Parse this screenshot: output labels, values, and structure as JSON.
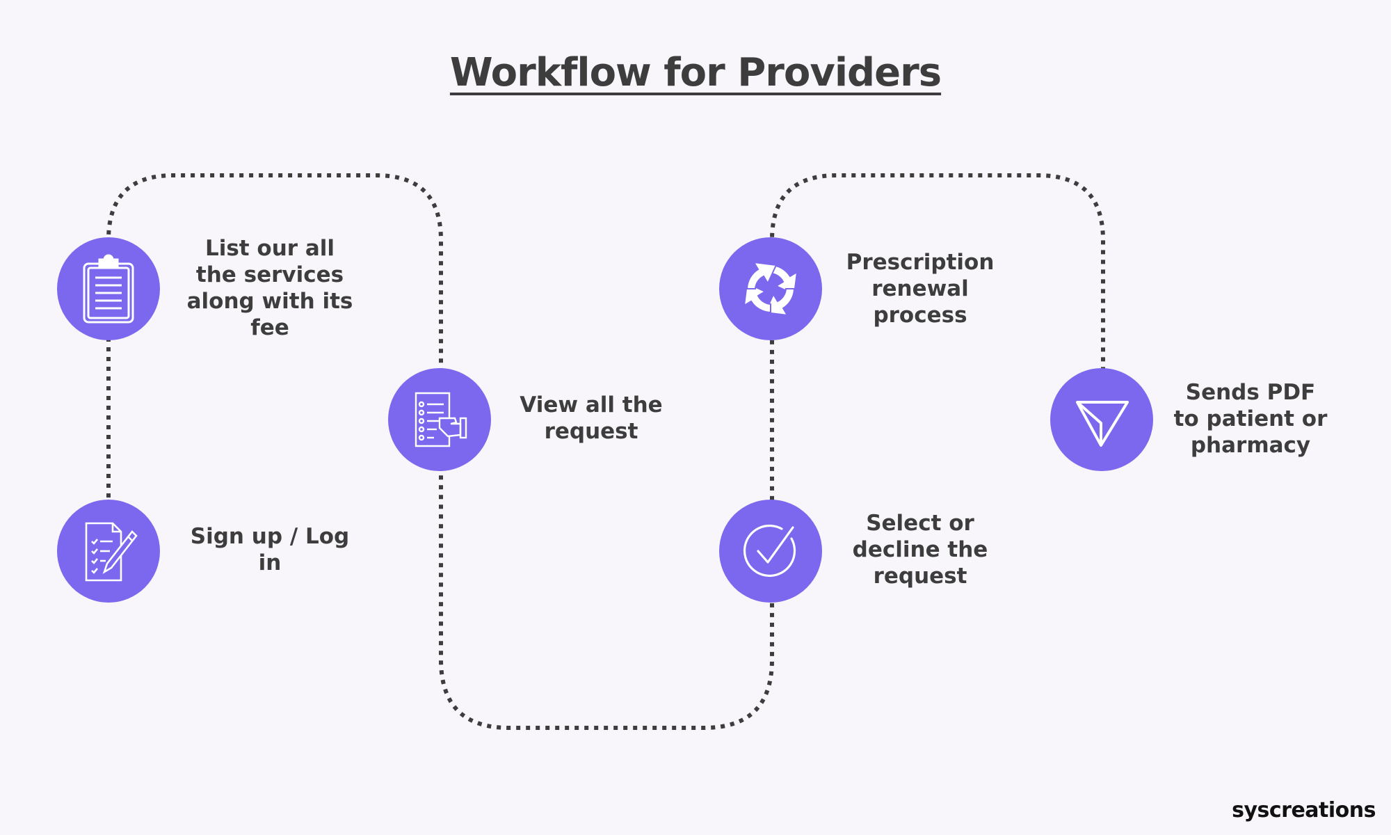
{
  "title": "Workflow for Providers",
  "steps": {
    "signup": {
      "label": "Sign up / Log in",
      "icon": "document-pen-icon"
    },
    "list_services": {
      "label": "List our all the services along with its fee",
      "icon": "clipboard-icon"
    },
    "view_requests": {
      "label": "View all the request",
      "icon": "hand-document-icon"
    },
    "select_decline": {
      "label": "Select or decline the request",
      "icon": "check-circle-icon"
    },
    "prescription_renewal": {
      "label": "Prescription renewal process",
      "icon": "cycle-arrows-icon"
    },
    "send_pdf": {
      "label": "Sends PDF to patient or pharmacy",
      "icon": "send-icon"
    }
  },
  "brand": "syscreations",
  "colors": {
    "node_fill": "#7b68ee",
    "background": "#f8f6fb",
    "text": "#3d3d3d",
    "connector": "#3d3d3d"
  }
}
